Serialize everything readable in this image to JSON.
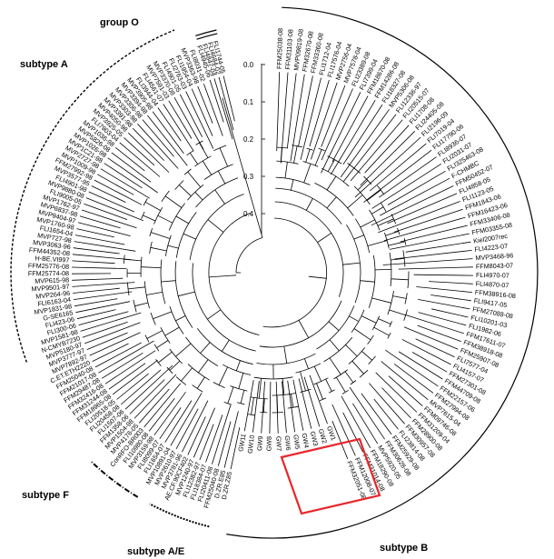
{
  "scale": {
    "ticks": [
      "0.0",
      "0.1",
      "0.2",
      "0.3",
      "0.4"
    ]
  },
  "groups": [
    {
      "label": "group O"
    },
    {
      "label": "subtype A"
    },
    {
      "label": "subtype F"
    },
    {
      "label": "subtype A/E"
    },
    {
      "label": "subtype B"
    }
  ],
  "colors": {
    "highlight": "#e8262b",
    "tree": "#000000"
  },
  "leaves_right": [
    "FFM25038-08",
    "FFM31103-08",
    "MVP09819-08",
    "FFM32670-08",
    "FFM33360-08",
    "FLI1712-04",
    "FLI17576-04",
    "MVP2756-04",
    "MVP7578-04",
    "FLI23389-08",
    "FLI7399-04",
    "FFM18670-08",
    "FFM14286-08",
    "FLI18327-08",
    "MVP5306-08",
    "FLI12336-97",
    "FLI20515-07",
    "FLI1708-08",
    "FLI24405-08",
    "FLI2196-09",
    "FLI7019-04",
    "FLI17790-06",
    "FLI8936-07",
    "FLI2031-07",
    "FLI325463-08",
    "F-CHMBC",
    "FFM50452-07",
    "FLI4858-05",
    "FLI1123-05",
    "FFM1843-06",
    "FFM16423-06",
    "FFM33406-08",
    "FFM03355-08",
    "Kiel2007rec",
    "FLI4223-07",
    "MVP3468-96",
    "FFM8043-07",
    "FLI4970-07",
    "FLI4870-07",
    "FFM38916-08",
    "FLI9417-05",
    "FFM27088-08",
    "FLI10201-03",
    "FLI1982-06",
    "FFM17611-07",
    "FFM38918-08",
    "FFM25907-08",
    "FLI7577-04",
    "FLI4157-07",
    "FFM27301-08",
    "FFM44709-08",
    "FFM22157-06",
    "FFM27994-08",
    "MVP7615-04",
    "FFM09746-08",
    "FFM31209-04",
    "FFM28900-08",
    "FFM30957-08",
    "FLI23814-08",
    "FFM25929-08",
    "FFM30628-08",
    "MVP5920-05",
    "FFM18290-08",
    "FFM31014-08",
    "FFM12008-07",
    "FFM32051-08"
  ],
  "leaves_box": [
    "GW1",
    "GW2",
    "GW3",
    "GW4",
    "GW5",
    "GW6",
    "GW7",
    "GW8",
    "GW9",
    "GW10",
    "GW11"
  ],
  "leaves_left": [
    "D.ZR.Z85",
    "D.ZR.E85",
    "FFM25040-08",
    "FLI20411-08",
    "FLI18384-07",
    "FLI12382-97",
    "MVP1240-97",
    "AE.CF.90CF402",
    "MVP3781-96",
    "MVP2610-97",
    "MVP10891-04",
    "FLI1654-07",
    "FLI8099-07",
    "MVP3159-98",
    "FLI10980-08",
    "ConRFO-BR003",
    "MVP4176-05",
    "MVP1504-98",
    "FFM1358-06",
    "FLI1507-06",
    "FLI20458-08",
    "FLI20518-05",
    "FFM18965-08",
    "FFM31244-08",
    "FFM32416-08",
    "FFM29487-08",
    "FFM21017-08",
    "FFM25040-08",
    "C.ET.ETH2220",
    "MVP7892-97",
    "MVP3777-97",
    "MVP5180-97",
    "N-CMYB7230",
    "MVP1581-98",
    "FLI300-06",
    "FLI423-06",
    "G-SE6165",
    "MVP1831-98",
    "FLI6163-04",
    "MVP264-96",
    "MVP9501-97",
    "MVP615-98",
    "FFM25774-08",
    "FFM25776-08",
    "H-BE.VI997",
    "FFM44352-08",
    "MVP3063-96",
    "MVP727-98",
    "FLI1654-04",
    "MVP1760-98",
    "MVP9404-97",
    "MVP6837-98",
    "MVP1762-97",
    "FLI9005-05",
    "MVP9880-08",
    "FLI4901-98",
    "MVP3577-95",
    "FFM27992-98",
    "MVP1009-98",
    "MVP2727-98",
    "MVP1C21-98",
    "MVP1026-98",
    "MVP5826-08",
    "MVP1036-98",
    "FLI7903-04",
    "MVP3925-05",
    "MVP4050-98",
    "MVP3391-98",
    "MVP3303-98",
    "MVP3306-98",
    "MVP3394-98",
    "MVP3905-98",
    "FLI3944-04",
    "FLI4561-07",
    "MVP7591-03",
    "MVP3370-08",
    "FLI4901-05",
    "FLI2763-03",
    "FLI1954-04",
    "MVP3363-98",
    "FLI8031-02"
  ],
  "leaves_top": [
    "FLI4945-06",
    "FLI4847-04",
    "FLI4684-02",
    "FLI1744-05"
  ]
}
